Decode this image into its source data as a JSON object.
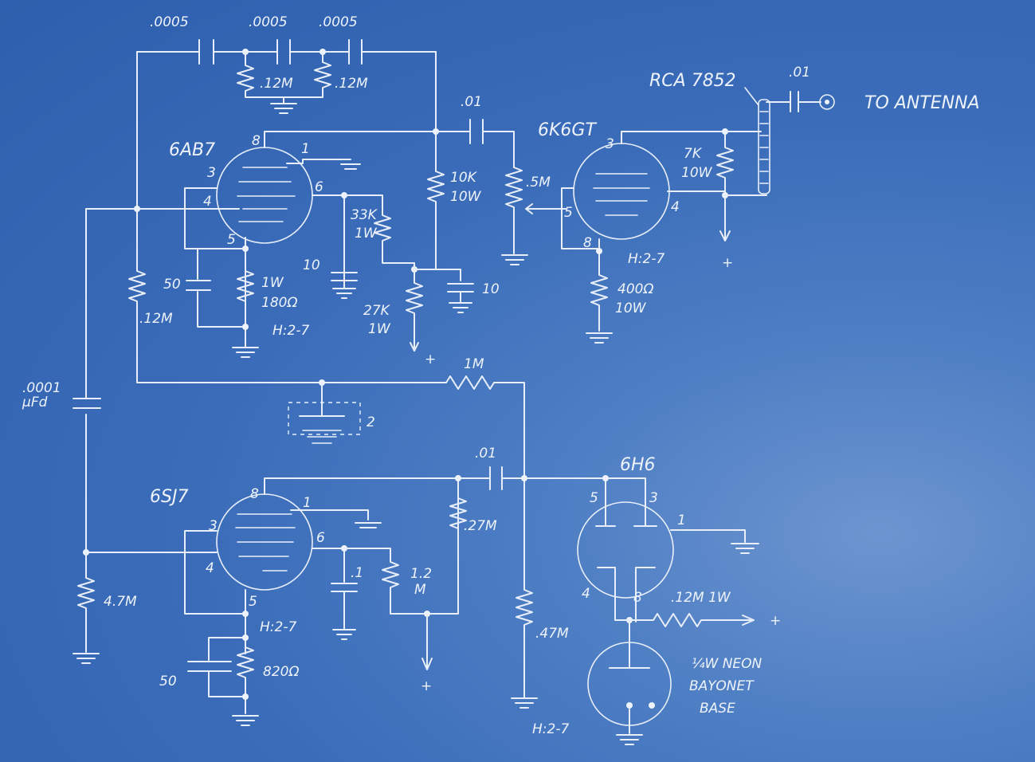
{
  "tubes": {
    "v1": "6AB7",
    "v2": "6K6GT",
    "v3": "6SJ7",
    "v4": "6H6",
    "neon": "RCA 7852"
  },
  "pins": {
    "p1": "1",
    "p2": "2",
    "p3": "3",
    "p4": "4",
    "p5": "5",
    "p6": "6",
    "p8": "8"
  },
  "labels": {
    "c_top1": ".0005",
    "c_top2": ".0005",
    "c_top3": ".0005",
    "r_top1": ".12M",
    "r_top2": ".12M",
    "c_out": ".01",
    "to_antenna": "TO ANTENNA",
    "c_couple": ".01",
    "r_plate_val": "10K",
    "r_plate_w": "10W",
    "pot": ".5M",
    "r_7k": "7K",
    "r_7k_w": "10W",
    "h27": "H:2-7",
    "h27b": "H:2-7",
    "h27c": "H:2-7",
    "h27d": "H:2-7",
    "r33k": "33K",
    "r33k_w": "1W",
    "c10a": "10",
    "c10b": "10",
    "r27k": "27K",
    "r27k_w": "1W",
    "c50a": "50",
    "r180_w": "1W",
    "r180": "180Ω",
    "r12m_left": ".12M",
    "r400": "400Ω",
    "r400_w": "10W",
    "r1m": "1M",
    "c0001": ".0001",
    "c0001_u": "µFd",
    "cap2": "2",
    "c01b": ".01",
    "r27m": ".27M",
    "r1_2": "1.2",
    "r1_2m": "M",
    "c1": ".1",
    "r4_7m": "4.7M",
    "r47m": ".47M",
    "r12m_1w": ".12M 1W",
    "c50b": "50",
    "r820": "820Ω",
    "neon1": "¼W NEON",
    "neon2": "BAYONET",
    "neon3": "BASE",
    "plus": "+"
  }
}
